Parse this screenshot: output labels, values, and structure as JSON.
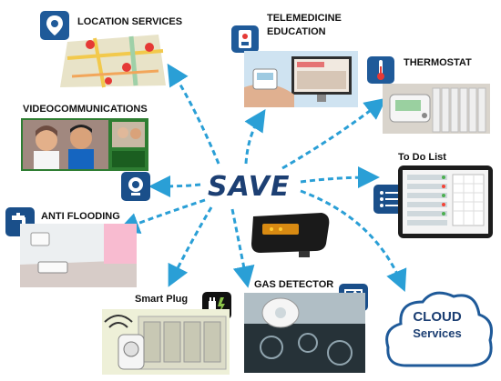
{
  "center": {
    "title": "SAVE"
  },
  "nodes": {
    "location": {
      "label": "LOCATION SERVICES"
    },
    "telemedicine": {
      "label_line1": "TELEMEDICINE",
      "label_line2": "EDUCATION"
    },
    "thermostat": {
      "label": "THERMOSTAT"
    },
    "video": {
      "label": "VIDEOCOMMUNICATIONS"
    },
    "todo": {
      "label": "To Do List"
    },
    "flooding": {
      "label": "ANTI FLOODING"
    },
    "plug": {
      "label": "Smart Plug"
    },
    "gas": {
      "label": "GAS DETECTOR"
    },
    "cloud": {
      "line1": "CLOUD",
      "line2": "Services"
    }
  },
  "colors": {
    "arrow": "#2a9fd6",
    "icon_bg": "#1f5a99",
    "title": "#1c3f73"
  }
}
